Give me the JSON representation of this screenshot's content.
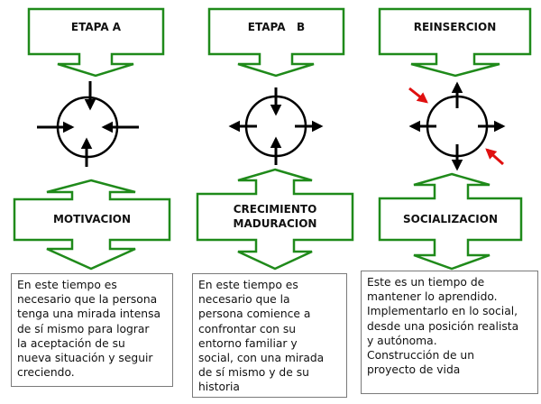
{
  "colors": {
    "callout_stroke": "#1f8a1a",
    "arrow": "#000000",
    "highlight_arrow": "#e01010",
    "textbox_border": "#7a7a7a"
  },
  "columns": [
    {
      "stage_label": "ETAPA  A",
      "circle_arrows": "inward",
      "outcome_label": "MOTIVACION",
      "description": "En este tiempo es\nnecesario que la persona\ntenga una mirada intensa\nde sí mismo para lograr\nla aceptación de su\nnueva situación y seguir\ncreciendo."
    },
    {
      "stage_label": "ETAPA   B",
      "circle_arrows": "vertical-inward-horizontal-outward",
      "outcome_label": "CRECIMIENTO\nMADURACION",
      "description": "En este tiempo es\nnecesario que la\npersona comience a\nconfrontar con su\nentorno familiar y\nsocial, con una mirada\nde sí mismo y de su\nhistoria"
    },
    {
      "stage_label": "REINSERCION",
      "circle_arrows": "outward",
      "outcome_label": "SOCIALIZACION",
      "description": "Este es un tiempo de\nmantener lo aprendido.\nImplementarlo en lo social,\ndesde una posición realista\ny autónoma.\nConstrucción de un\nproyecto de vida"
    }
  ]
}
